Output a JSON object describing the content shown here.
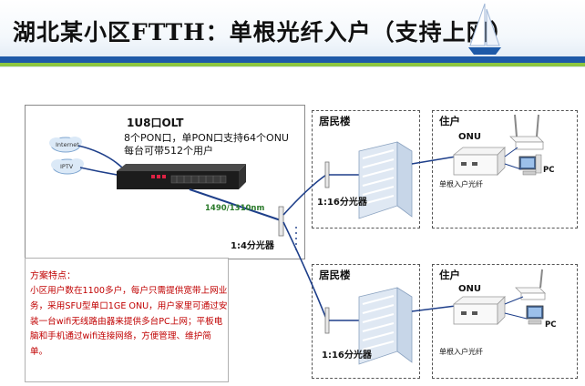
{
  "header": {
    "title": "湖北某小区FTTH：单根光纤入户（支持上网）"
  },
  "olt": {
    "title": "1U8口OLT",
    "desc_line1": "8个PON口，单PON口支持64个ONU",
    "desc_line2": "每台可带512个用户"
  },
  "clouds": {
    "internet": "Internet",
    "iptv": "IPTV"
  },
  "wavelength": "1490/1310nm",
  "main_splitter": "1:4分光器",
  "buildings": [
    {
      "building_title": "居民楼",
      "splitter": "1:16分光器",
      "home_title": "住户",
      "onu": "ONU",
      "pc": "PC",
      "fiber": "单根入户光纤"
    },
    {
      "building_title": "居民楼",
      "splitter": "1:16分光器",
      "home_title": "住户",
      "onu": "ONU",
      "pc": "PC",
      "fiber": "单根入户光纤"
    }
  ],
  "notes": {
    "title": "方案特点：",
    "body": "小区用户数在1100多户，每户只需提供宽带上网业务，采用SFU型单口1GE ONU，用户家里可通过安装一台wifi无线路由器来提供多台PC上网；平板电脑和手机通过wifi连接网络，方便管理、维护简单。"
  }
}
